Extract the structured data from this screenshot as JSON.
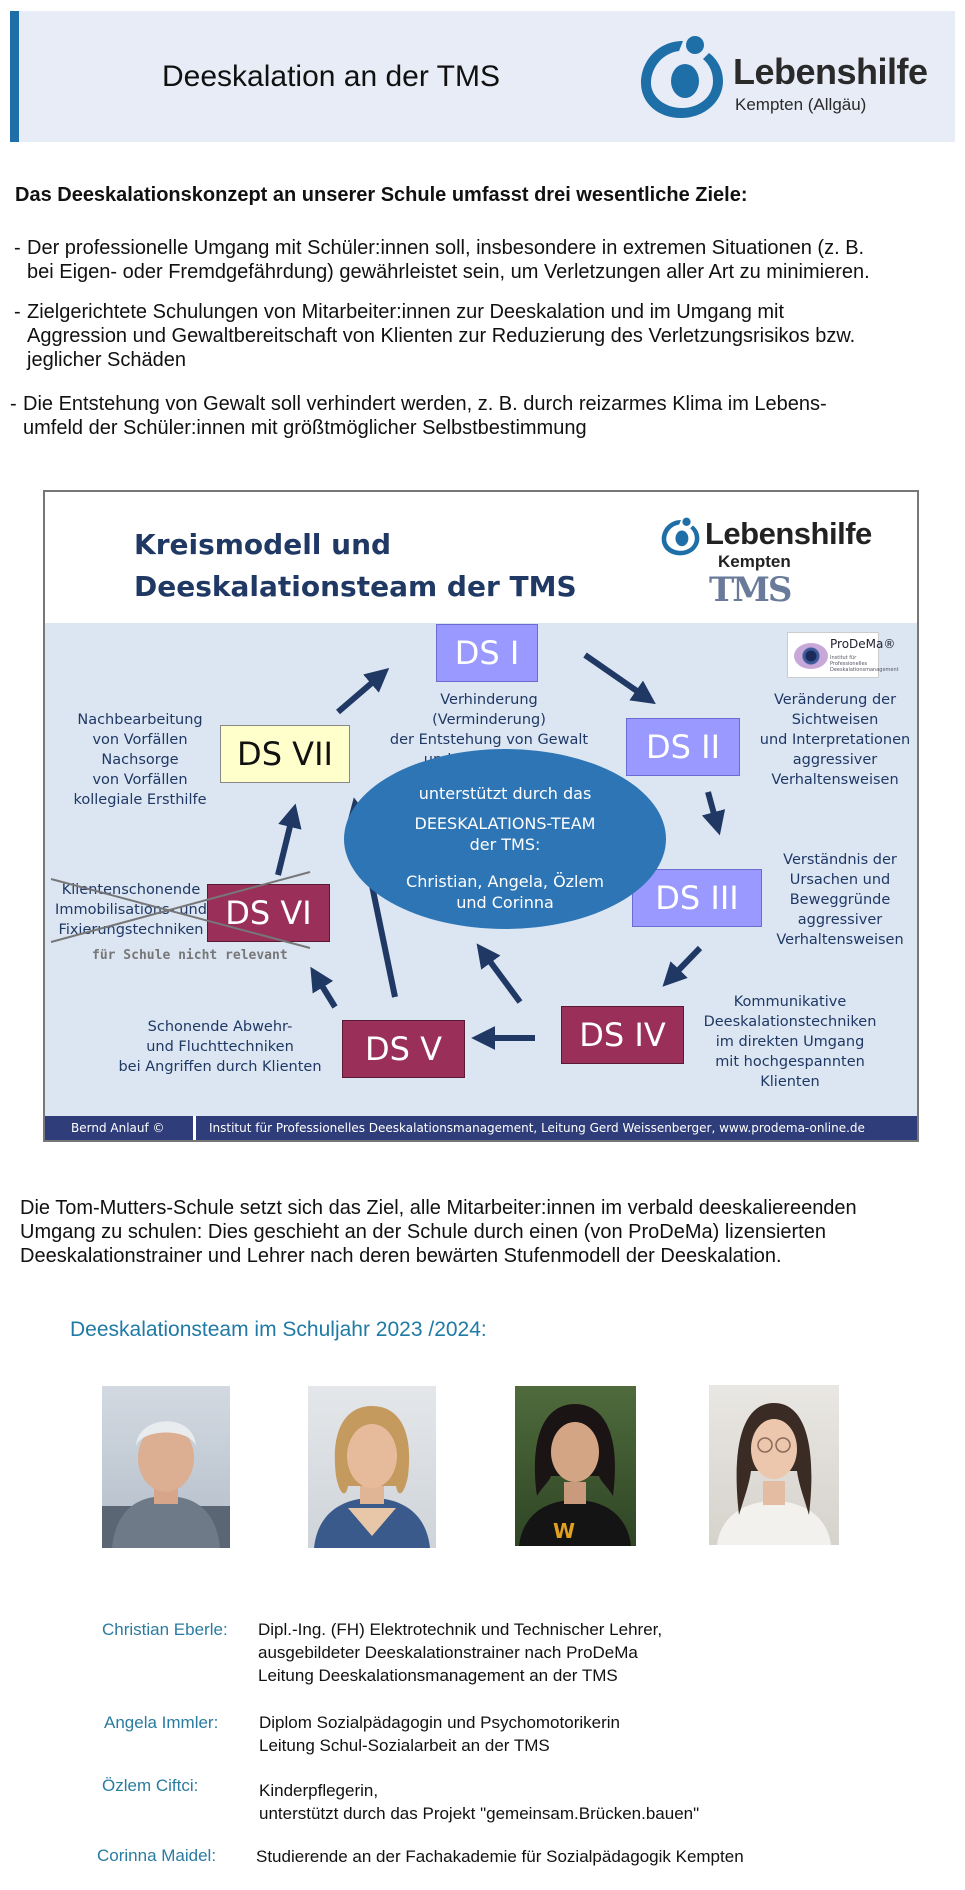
{
  "header": {
    "title": "Deeskalation an der TMS",
    "logo_word": "Lebenshilfe",
    "logo_sub": "Kempten (Allgäu)",
    "brand_color": "#1e6fa8"
  },
  "intro": {
    "heading": "Das Deeskalationskonzept an unserer Schule umfasst drei wesentliche Ziele:",
    "goals": [
      {
        "lines": [
          "Der professionelle Umgang mit Schüler:innen soll, insbesondere in extremen Situationen (z. B.",
          "bei Eigen- oder Fremdgefährdung) gewährleistet sein, um Verletzungen aller Art zu minimieren."
        ]
      },
      {
        "lines": [
          "Zielgerichtete Schulungen von Mitarbeiter:innen zur Deeskalation und im Umgang mit",
          "Aggression und Gewaltbereitschaft von Klienten zur Reduzierung des Verletzungsrisikos bzw.",
          "jeglicher Schäden"
        ]
      },
      {
        "lines": [
          "Die Entstehung von Gewalt soll verhindert werden, z. B. durch reizarmes Klima im Lebens-",
          "umfeld der Schüler:innen mit größtmöglicher Selbstbestimmung"
        ]
      }
    ]
  },
  "diagram": {
    "title_line1": "Kreismodell und",
    "title_line2": "Deeskalationsteam der TMS",
    "logo_word": "Lebenshilfe",
    "logo_sub": "Kempten",
    "logo_tms": "TMS",
    "prodema_word": "ProDeMa®",
    "prodema_small": "Institut für Professionelles Deeskalationsmanagement",
    "stages": {
      "ds1": "DS I",
      "ds2": "DS II",
      "ds3": "DS III",
      "ds4": "DS IV",
      "ds5": "DS V",
      "ds6": "DS VI",
      "ds7": "DS VII"
    },
    "labels": {
      "ds1": [
        "Verhinderung (Verminderung)",
        "der Entstehung von Gewalt",
        "und Aggressionen"
      ],
      "ds2": [
        "Veränderung der",
        "Sichtweisen",
        "und Interpretationen",
        "aggressiver",
        "Verhaltensweisen"
      ],
      "ds3": [
        "Verständnis der",
        "Ursachen und",
        "Beweggründe",
        "aggressiver",
        "Verhaltensweisen"
      ],
      "ds4": [
        "Kommunikative",
        "Deeskalationstechniken",
        "im direkten Umgang",
        "mit hochgespannten",
        "Klienten"
      ],
      "ds5": [
        "Schonende Abwehr-",
        "und Fluchttechniken",
        "bei Angriffen durch Klienten"
      ],
      "ds6": [
        "Klientenschonende",
        "Immobilisations- und",
        "Fixierungstechniken"
      ],
      "ds6_note": "für Schule nicht relevant",
      "ds7": [
        "Nachbearbeitung",
        "von Vorfällen",
        "Nachsorge",
        "von Vorfällen",
        "kollegiale Ersthilfe"
      ]
    },
    "center": {
      "line1": "unterstützt durch das",
      "line2a": "DEESKALATIONS-TEAM",
      "line2b": "der TMS:",
      "line3a": "Christian, Angela, Özlem",
      "line3b": "und Corinna"
    },
    "footer_left": "Bernd Anlauf ©",
    "footer_right": "Institut für Professionelles Deeskalationsmanagement, Leitung Gerd Weissenberger, www.prodema-online.de",
    "colors": {
      "light_stage": "#9999ff",
      "dark_stage": "#9a2f5a",
      "yellow_stage": "#ffffcc",
      "arrow": "#1f3864",
      "ellipse": "#2e75b6",
      "background": "#dce6f2"
    }
  },
  "after": {
    "lines": [
      "Die Tom-Mutters-Schule setzt sich das Ziel, alle Mitarbeiter:innen im verbald deeskaliereenden",
      "Umgang zu schulen: Dies geschieht an der Schule durch einen (von ProDeMa) lizensierten",
      "Deeskalationstrainer und Lehrer nach deren bewärten Stufenmodell der Deeskalation."
    ]
  },
  "team": {
    "heading": "Deeskalationsteam im Schuljahr 2023 /2024:",
    "members": [
      {
        "name": "Christian Eberle:",
        "desc": [
          "Dipl.-Ing. (FH) Elektrotechnik und Technischer Lehrer,",
          "ausgebildeter Deeskalationstrainer nach ProDeMa",
          "Leitung Deeskalationsmanagement an der TMS"
        ]
      },
      {
        "name": "Angela Immler:",
        "desc": [
          "Diplom Sozialpädagogin und Psychomotorikerin",
          "Leitung Schul-Sozialarbeit an der TMS"
        ]
      },
      {
        "name": "Özlem Ciftci:",
        "desc": [
          "Kinderpflegerin,",
          "unterstützt durch das Projekt \"gemeinsam.Brücken.bauen\""
        ]
      },
      {
        "name": "Corinna Maidel:",
        "desc": [
          "Studierende an der Fachakademie für Sozialpädagogik Kempten"
        ]
      }
    ]
  }
}
